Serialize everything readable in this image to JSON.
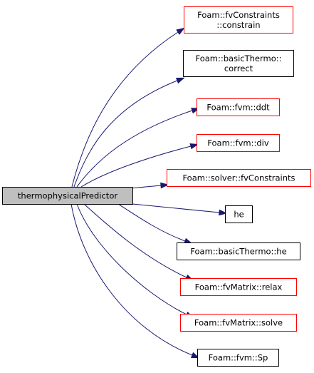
{
  "colors": {
    "edge": "#191970",
    "source_fill": "#bfbfbf",
    "source_stroke": "#000000",
    "target_fill": "#ffffff",
    "documented_stroke": "#000000",
    "undocumented_stroke": "#ff0000"
  },
  "source": {
    "id": "thermophysicalPredictor",
    "lines": [
      "thermophysicalPredictor"
    ]
  },
  "targets": [
    {
      "id": "fvConstraints-constrain",
      "lines": [
        "Foam::fvConstraints",
        "::constrain"
      ],
      "border": "red"
    },
    {
      "id": "basicThermo-correct",
      "lines": [
        "Foam::basicThermo::",
        "correct"
      ],
      "border": "black"
    },
    {
      "id": "fvm-ddt",
      "lines": [
        "Foam::fvm::ddt"
      ],
      "border": "red"
    },
    {
      "id": "fvm-div",
      "lines": [
        "Foam::fvm::div"
      ],
      "border": "red"
    },
    {
      "id": "solver-fvConstraints",
      "lines": [
        "Foam::solver::fvConstraints"
      ],
      "border": "red"
    },
    {
      "id": "he",
      "lines": [
        "he"
      ],
      "border": "black"
    },
    {
      "id": "basicThermo-he",
      "lines": [
        "Foam::basicThermo::he"
      ],
      "border": "black"
    },
    {
      "id": "fvMatrix-relax",
      "lines": [
        "Foam::fvMatrix::relax"
      ],
      "border": "red"
    },
    {
      "id": "fvMatrix-solve",
      "lines": [
        "Foam::fvMatrix::solve"
      ],
      "border": "red"
    },
    {
      "id": "fvm-Sp",
      "lines": [
        "Foam::fvm::Sp"
      ],
      "border": "black"
    }
  ]
}
